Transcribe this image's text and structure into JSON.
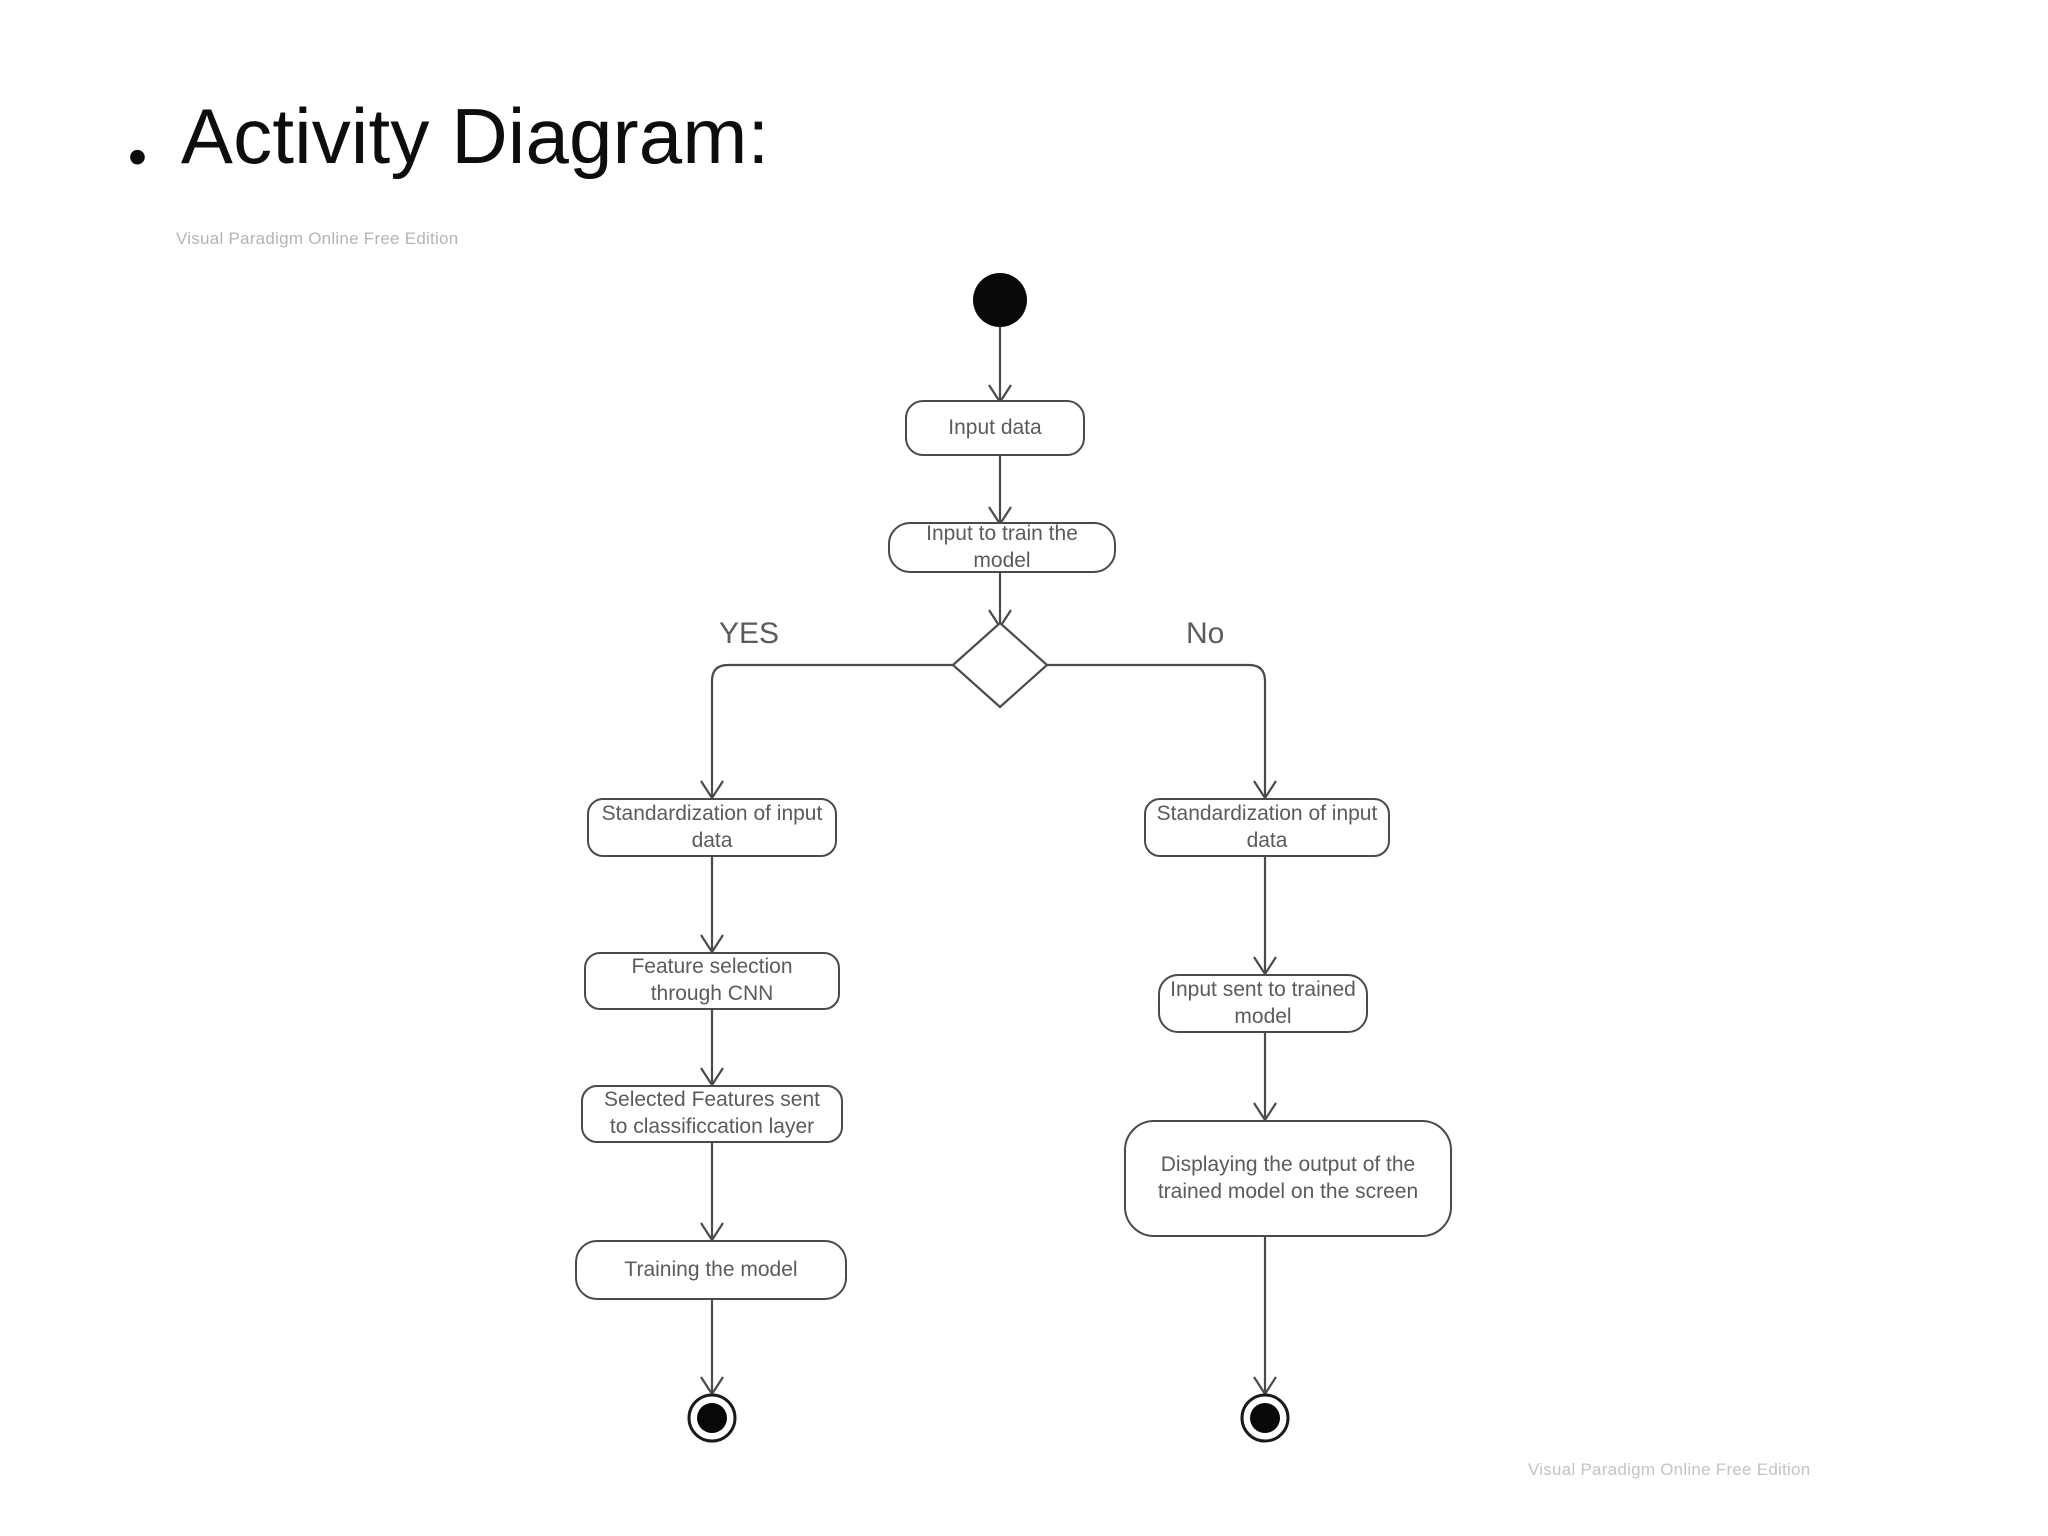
{
  "slide": {
    "bullet_glyph": "•",
    "title": "Activity Diagram:"
  },
  "watermarks": {
    "top_left": "Visual Paradigm Online Free Edition",
    "bottom_right": "Visual Paradigm Online Free Edition"
  },
  "diagram": {
    "type": "uml-activity-diagram",
    "edge_color": "#4a4a4a",
    "node_fill": "#ffffff",
    "text_color": "#5b5b5b",
    "initial_node": "start",
    "decision": {
      "shape": "diamond",
      "guards": {
        "left": "YES",
        "right": "No"
      }
    },
    "nodes": {
      "input_data": "Input data",
      "input_to_train": "Input to train the model",
      "left_standardization": "Standardization of input data",
      "left_feature_selection": "Feature selection through CNN",
      "left_selected_features": "Selected Features sent to classificcation layer",
      "left_training": "Training the model",
      "right_standardization": "Standardization of input data",
      "right_input_sent": "Input sent to trained model",
      "right_displaying": "Displaying the output of the trained model on the screen"
    },
    "branches": {
      "yes_branch": [
        "Standardization of input data",
        "Feature selection through CNN",
        "Selected Features sent to classificcation layer",
        "Training the model"
      ],
      "no_branch": [
        "Standardization of input data",
        "Input sent to trained model",
        "Displaying the output of the trained model on the screen"
      ]
    },
    "final_nodes": 2
  }
}
